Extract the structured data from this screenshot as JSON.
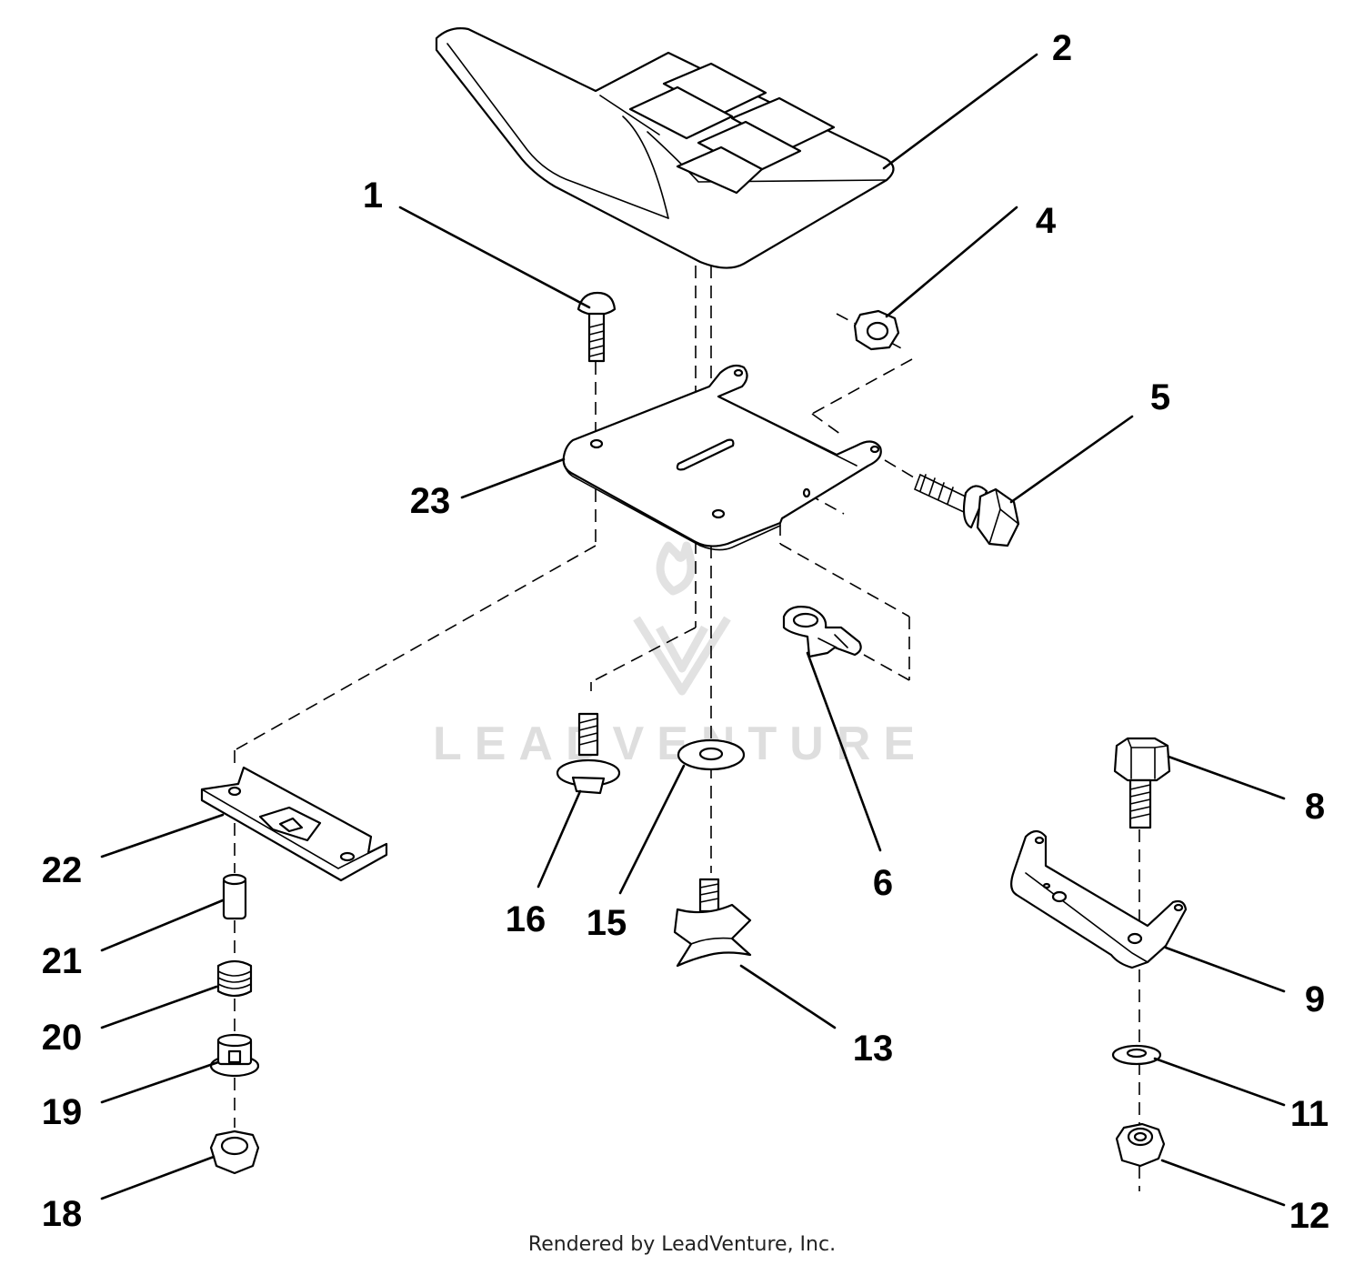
{
  "watermark": {
    "text": "LEADVENTURE"
  },
  "footer": {
    "text": "Rendered by LeadVenture, Inc."
  },
  "callouts": {
    "c1": "1",
    "c2": "2",
    "c4": "4",
    "c5": "5",
    "c6": "6",
    "c8": "8",
    "c9": "9",
    "c11": "11",
    "c12": "12",
    "c13": "13",
    "c15": "15",
    "c16": "16",
    "c18": "18",
    "c19": "19",
    "c20": "20",
    "c21": "21",
    "c22": "22",
    "c23": "23"
  }
}
